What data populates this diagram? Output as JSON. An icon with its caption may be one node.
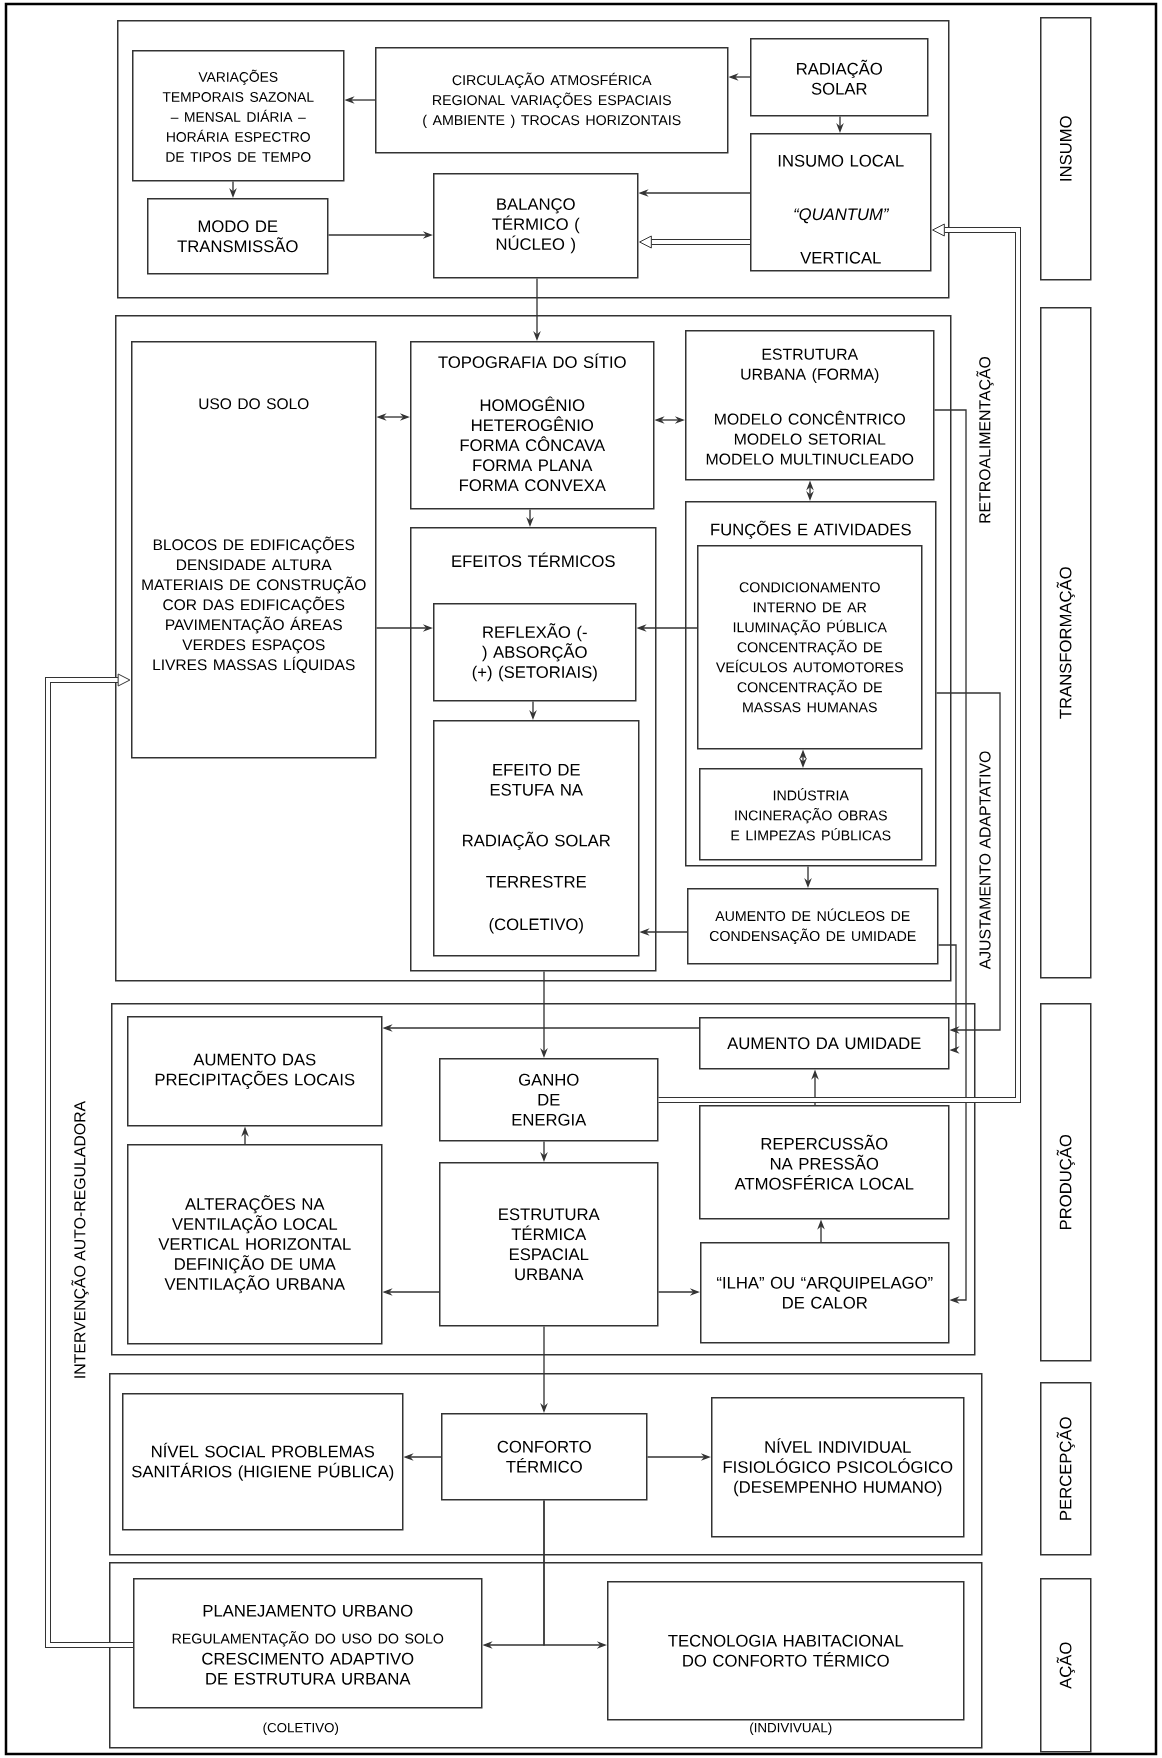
{
  "diagram": {
    "nodes": [
      {
        "text": [],
        "shape": "box"
      },
      {
        "text": [
          "VARIAÇÕES TEMPORAIS SAZONAL – MENSAL DIÁRIA – HORÁRIA ESPECTRO DE TIPOS DE TEMPO"
        ],
        "in": 0
      },
      {
        "text": [
          "CIRCULAÇÃO ATMOSFÉRICA REGIONAL VARIAÇÕES ESPACIAIS ( AMBIENTE ) TROCAS HORIZONTAIS"
        ],
        "in": 0
      },
      {
        "text": [
          "RADIAÇÃO SOLAR"
        ],
        "in": 0
      },
      {
        "text": [
          "MODO DE TRANSMISSÃO"
        ],
        "in": 0
      },
      {
        "text": [
          "BALANÇO TÉRMICO ( NÚCLEO )"
        ],
        "in": 0
      },
      {
        "text": [
          "INSUMO LOCAL",
          "“QUANTUM”",
          "VERTICAL"
        ],
        "in": 0
      },
      {
        "text": [
          "INSUMO"
        ]
      },
      {
        "text": [],
        "shape": "box"
      },
      {
        "text": [
          "USO DO SOLO",
          "BLOCOS DE EDIFICAÇÕES DENSIDADE ALTURA MATERIAIS DE CONSTRUÇÃO COR DAS EDIFICAÇÕES PAVIMENTAÇÃO ÁREAS VERDES ESPAÇOS LIVRES MASSAS LÍQUIDAS"
        ],
        "in": 8
      },
      {
        "text": [
          "TOPOGRAFIA DO SÍTIO",
          "HOMOGÊNIO HETEROGÊNIO FORMA CÔNCAVA FORMA PLANA FORMA CONVEXA"
        ],
        "in": 8
      },
      {
        "text": [
          "ESTRUTURA URBANA (FORMA)",
          "MODELO CONCÊNTRICO MODELO SETORIAL MODELO MULTINUCLEADO"
        ],
        "in": 8
      },
      {
        "text": [
          "EFEITOS TÉRMICOS"
        ],
        "in": 8
      },
      {
        "text": [
          "REFLEXÃO (-) ABSORÇÃO (+) (SETORIAIS)"
        ],
        "in": 12
      },
      {
        "text": [
          "EFEITO DE ESTUFA NA",
          "RADIAÇÃO SOLAR",
          "TERRESTRE",
          "(COLETIVO)"
        ],
        "in": 12
      },
      {
        "text": [
          "FUNÇÕES E ATIVIDADES"
        ],
        "in": 8
      },
      {
        "text": [
          "CONDICIONAMENTO INTERNO DE AR ILUMINAÇÃO PÚBLICA CONCENTRAÇÃO DE VEÍCULOS AUTOMOTORES CONCENTRAÇÃO DE MASSAS HUMANAS"
        ],
        "in": 15
      },
      {
        "text": [
          "INDÚSTRIA INCINERAÇÃO OBRAS E LIMPEZAS PÚBLICAS"
        ],
        "in": 15
      },
      {
        "text": [
          "AUMENTO DE NÚCLEOS DE CONDENSAÇÃO DE UMIDADE"
        ],
        "in": 8
      },
      {
        "text": [
          "TRANSFORMAÇÃO"
        ]
      },
      {
        "text": [],
        "shape": "box"
      },
      {
        "text": [
          "AUMENTO DAS PRECIPITAÇÕES LOCAIS"
        ],
        "in": 20
      },
      {
        "text": [
          "GANHO DE ENERGIA"
        ],
        "in": 20
      },
      {
        "text": [
          "AUMENTO DA UMIDADE"
        ],
        "in": 20
      },
      {
        "text": [
          "REPERCUSSÃO NA PRESSÃO ATMOSFÉRICA LOCAL"
        ],
        "in": 20
      },
      {
        "text": [
          "ALTERAÇÕES NA VENTILAÇÃO LOCAL VERTICAL HORIZONTAL DEFINIÇÃO DE UMA VENTILAÇÃO URBANA"
        ],
        "in": 20
      },
      {
        "text": [
          "ESTRUTURA TÉRMICA ESPACIAL URBANA"
        ],
        "in": 20
      },
      {
        "text": [
          "“ILHA” OU “ARQUIPELAGO” DE CALOR"
        ],
        "in": 20
      },
      {
        "text": [
          "PRODUÇÃO"
        ]
      },
      {
        "text": [],
        "shape": "box"
      },
      {
        "text": [
          "NÍVEL SOCIAL PROBLEMAS SANITÁRIOS (HIGIENE PÚBLICA)"
        ],
        "in": 29
      },
      {
        "text": [
          "CONFORTO TÉRMICO"
        ],
        "in": 29
      },
      {
        "text": [
          "NÍVEL INDIVIDUAL FISIOLÓGICO PSICOLÓGICO (DESEMPENHO HUMANO)"
        ],
        "in": 29
      },
      {
        "text": [
          "PERCEPÇÃO"
        ]
      },
      {
        "text": [],
        "shape": "box"
      },
      {
        "text": [
          "PLANEJAMENTO URBANO",
          "REGULAMENTAÇÃO DO USO DO SOLO",
          "CRESCIMENTO ADAPTIVO DE ESTRUTURA URBANA"
        ],
        "beside": [
          "(COLETIVO)"
        ],
        "in": 34
      },
      {
        "text": [
          "TECNOLOGIA HABITACIONAL DO CONFORTO TÉRMICO"
        ],
        "beside": [
          "(INDIVIVUAL)"
        ],
        "in": 34
      },
      {
        "text": [
          "AÇÃO"
        ]
      }
    ],
    "edges": [
      {
        "from": 3,
        "to": 2,
        "arrow": "to"
      },
      {
        "from": 3,
        "to": 6,
        "arrow": "to"
      },
      {
        "from": 2,
        "to": 1,
        "arrow": "to"
      },
      {
        "from": 1,
        "to": 4,
        "arrow": "to"
      },
      {
        "from": 4,
        "to": 5,
        "arrow": "to"
      },
      {
        "from": 6,
        "to": 5,
        "arrow": "to"
      },
      {
        "from": 6,
        "to": 5,
        "arrow": "to",
        "style": "thick"
      },
      {
        "from": 5,
        "to": 10,
        "arrow": "to"
      },
      {
        "from": 9,
        "to": 10,
        "arrow": "both"
      },
      {
        "from": 10,
        "to": 11,
        "arrow": "both"
      },
      {
        "from": 11,
        "to": 15,
        "arrow": "both"
      },
      {
        "from": 10,
        "to": 12,
        "arrow": "to"
      },
      {
        "from": 9,
        "to": 13,
        "arrow": "to"
      },
      {
        "from": 16,
        "to": 13,
        "arrow": "to"
      },
      {
        "from": 13,
        "to": 14,
        "arrow": "to"
      },
      {
        "from": 16,
        "to": 17,
        "arrow": "both"
      },
      {
        "from": 15,
        "to": 18,
        "arrow": "to"
      },
      {
        "from": 18,
        "to": 14,
        "arrow": "to"
      },
      {
        "from": 11,
        "to": 27,
        "arrow": "to"
      },
      {
        "from": 18,
        "to": 23,
        "arrow": "to"
      },
      {
        "from": 15,
        "to": 23,
        "arrow": "to",
        "label": "AJUSTAMENTO ADAPTATIVO"
      },
      {
        "from": 23,
        "to": 21,
        "arrow": "to"
      },
      {
        "from": 24,
        "to": 23,
        "arrow": "to"
      },
      {
        "from": 22,
        "to": 6,
        "arrow": "to",
        "style": "thick",
        "label": "RETROALIMENTAÇÃO"
      },
      {
        "from": 12,
        "to": 22,
        "arrow": "to"
      },
      {
        "from": 22,
        "to": 26,
        "arrow": "to"
      },
      {
        "from": 26,
        "to": 25,
        "arrow": "to"
      },
      {
        "from": 26,
        "to": 27,
        "arrow": "to"
      },
      {
        "from": 27,
        "to": 24,
        "arrow": "to"
      },
      {
        "from": 25,
        "to": 21,
        "arrow": "to"
      },
      {
        "from": 26,
        "to": 31,
        "arrow": "to"
      },
      {
        "from": 31,
        "to": 30,
        "arrow": "to"
      },
      {
        "from": 31,
        "to": 32,
        "arrow": "to"
      },
      {
        "from": 31,
        "to": 35,
        "arrow": "to"
      },
      {
        "from": 31,
        "to": 36,
        "arrow": "to"
      },
      {
        "from": 35,
        "to": 9,
        "arrow": "to",
        "style": "thick",
        "label": "INTERVENÇÃO AUTO-REGULADORA"
      }
    ]
  }
}
